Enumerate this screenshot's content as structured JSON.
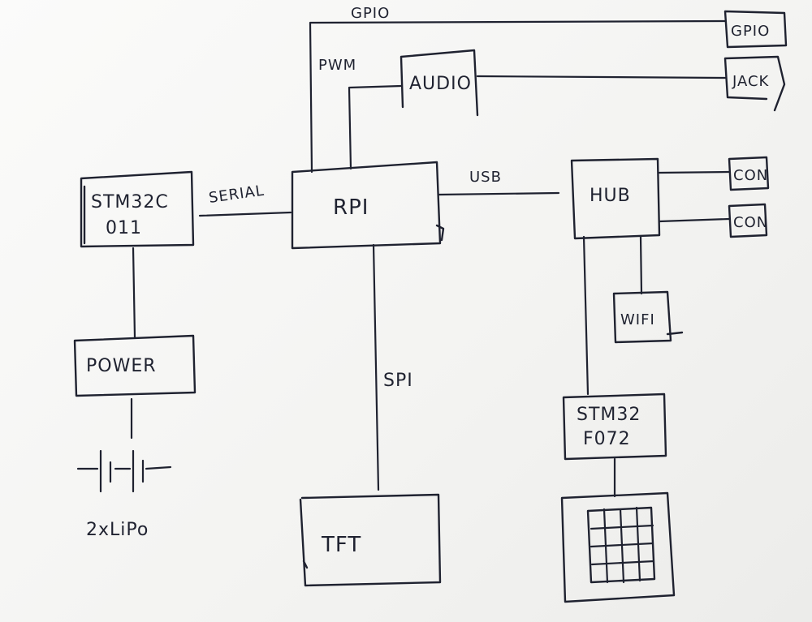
{
  "diagram": {
    "nodes": {
      "stm32c": {
        "lines": [
          "STM32C",
          "011"
        ]
      },
      "rpi": {
        "label": "RPI"
      },
      "audio": {
        "label": "AUDIO"
      },
      "gpio_out": {
        "label": "GPIO"
      },
      "jack": {
        "label": "JACK"
      },
      "hub": {
        "label": "HUB"
      },
      "con1": {
        "label": "CON"
      },
      "con2": {
        "label": "CON"
      },
      "wifi": {
        "label": "WIFI"
      },
      "power": {
        "label": "POWER"
      },
      "battery": {
        "label": "2xLiPo"
      },
      "tft": {
        "label": "TFT"
      },
      "stm32f": {
        "lines": [
          "STM32",
          "F072"
        ]
      },
      "keypad": {
        "label": ""
      }
    },
    "edges": {
      "gpio": {
        "label": "GPIO"
      },
      "pwm": {
        "label": "PWM"
      },
      "serial": {
        "label": "SERIAL"
      },
      "usb": {
        "label": "USB"
      },
      "spi": {
        "label": "SPI"
      }
    }
  }
}
